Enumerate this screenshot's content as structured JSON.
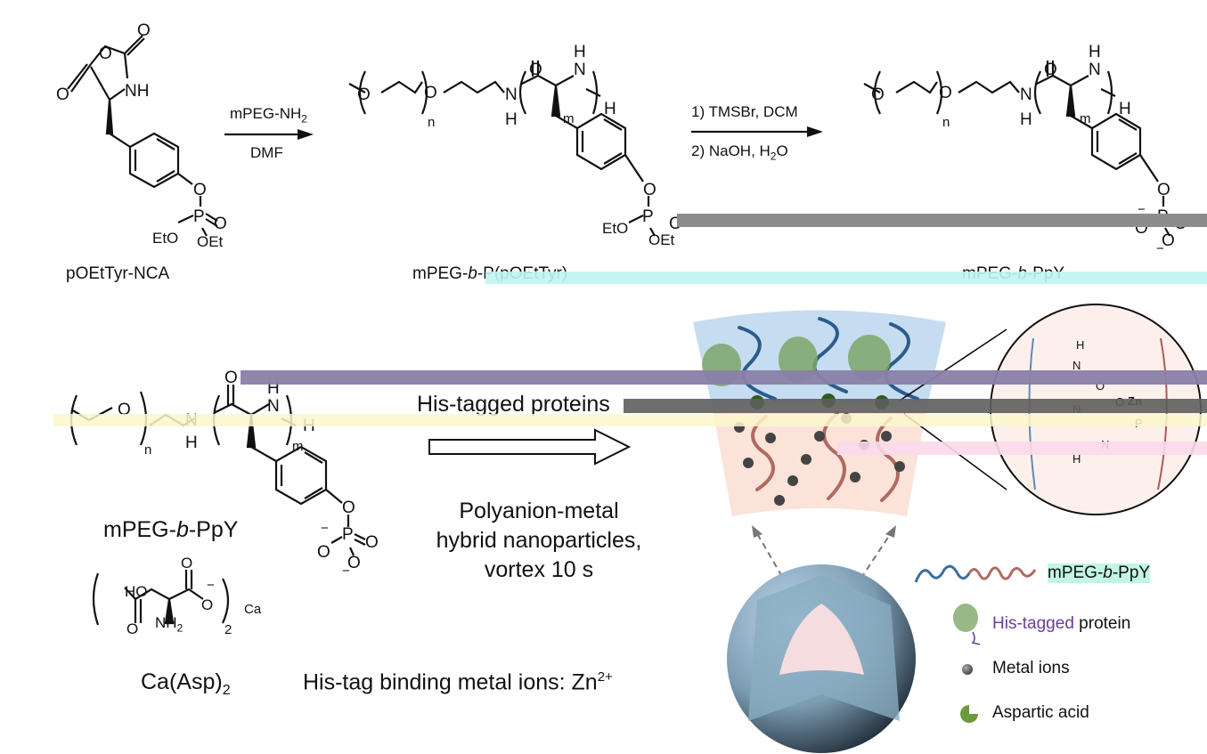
{
  "scheme": {
    "row1": {
      "monomer": {
        "name": "pOEtTyr-NCA",
        "atoms": [
          "O",
          "O",
          "O",
          "NH",
          "O",
          "P",
          "O",
          "EtO",
          "OEt"
        ]
      },
      "step1": {
        "reagent": "mPEG-NH",
        "reagent_sub": "2",
        "solvent": "DMF"
      },
      "intermediate": {
        "name": "mPEG-b-P(pOEtTyr)",
        "name_prefix": "mPEG-",
        "name_italic": "b",
        "name_suffix": "-P(pOEtTyr)",
        "repeat_n": "n",
        "repeat_m": "m",
        "ester_left": "EtO",
        "ester_right": "OEt"
      },
      "step2": {
        "line1": "1) TMSBr, DCM",
        "line2_prefix": "2) NaOH, H",
        "line2_sub": "2",
        "line2_suffix": "O"
      },
      "product": {
        "name_prefix": "mPEG-",
        "name_italic": "b",
        "name_suffix": "-PpY",
        "repeat_n": "n",
        "repeat_m": "m"
      }
    },
    "row2": {
      "polymer": {
        "name_prefix": "mPEG-",
        "name_italic": "b",
        "name_suffix": "-PpY",
        "repeat_n": "n",
        "repeat_m": "m"
      },
      "ca_asp": {
        "name_prefix": "Ca(Asp)",
        "name_sub": "2",
        "ho": "HO",
        "nh2": "NH",
        "nh2_sub": "2",
        "metal": "Ca",
        "count": "2"
      },
      "arrow": {
        "above": "His-tagged proteins",
        "below_lines": [
          "Polyanion-metal",
          "hybrid nanoparticles,",
          "vortex 10 s"
        ]
      },
      "metal_note": {
        "prefix": "His-tag binding metal ions: Zn",
        "sup": "2+"
      }
    },
    "inset": {
      "metal_label": "Zn",
      "atoms": [
        "H",
        "N",
        "N",
        "O",
        "P",
        "O",
        "O",
        "N",
        "H"
      ]
    },
    "legend": [
      {
        "icon": "polymer-chain-icon",
        "label": "mPEG-b-PpY",
        "label_prefix": "mPEG-",
        "label_italic": "b",
        "label_suffix": "-PpY"
      },
      {
        "icon": "protein-icon",
        "label_colored": "His-tagged",
        "label_rest": " protein",
        "color": "#6a3d9a"
      },
      {
        "icon": "metal-ion-icon",
        "label": "Metal ions"
      },
      {
        "icon": "aspartic-acid-icon",
        "label": "Aspartic acid"
      }
    ],
    "colors": {
      "peg": "#3a6e9e",
      "polyanion": "#b06a62",
      "protein": "#7ea66a",
      "shell": "#a8c8e6",
      "core": "#f7dcd0",
      "asp": "#6b9a3c"
    }
  }
}
